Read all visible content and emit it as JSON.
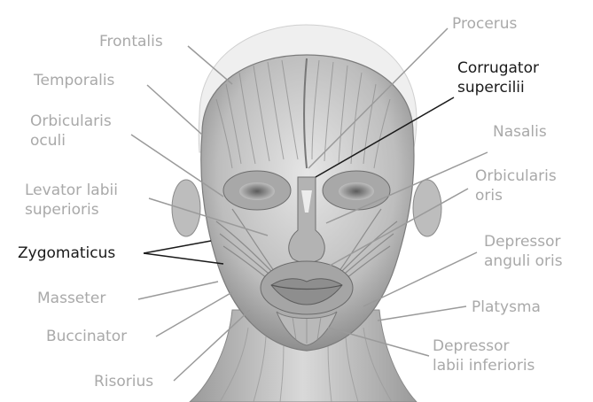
{
  "diagram": {
    "colors": {
      "label_default": "#a9a9a9",
      "label_highlight": "#1a1a1a",
      "leader_default": "#9a9a9a",
      "leader_highlight": "#1a1a1a",
      "muscle_tone": "#8f8f8f",
      "skin_tone": "#d6d6d6"
    },
    "illustration": "facial-muscles-head-icon",
    "labels_left": [
      {
        "lines": [
          "Frontalis"
        ],
        "highlight": false
      },
      {
        "lines": [
          "Temporalis"
        ],
        "highlight": false
      },
      {
        "lines": [
          "Orbicularis",
          "oculi"
        ],
        "highlight": false
      },
      {
        "lines": [
          "Levator labii",
          "superioris"
        ],
        "highlight": false
      },
      {
        "lines": [
          "Zygomaticus"
        ],
        "highlight": true
      },
      {
        "lines": [
          "Masseter"
        ],
        "highlight": false
      },
      {
        "lines": [
          "Buccinator"
        ],
        "highlight": false
      },
      {
        "lines": [
          "Risorius"
        ],
        "highlight": false
      }
    ],
    "labels_right": [
      {
        "lines": [
          "Procerus"
        ],
        "highlight": false
      },
      {
        "lines": [
          "Corrugator",
          "supercilii"
        ],
        "highlight": true
      },
      {
        "lines": [
          "Nasalis"
        ],
        "highlight": false
      },
      {
        "lines": [
          "Orbicularis",
          "oris"
        ],
        "highlight": false
      },
      {
        "lines": [
          "Depressor",
          "anguli oris"
        ],
        "highlight": false
      },
      {
        "lines": [
          "Platysma"
        ],
        "highlight": false
      },
      {
        "lines": [
          "Depressor",
          "labii inferioris"
        ],
        "highlight": false
      }
    ]
  }
}
